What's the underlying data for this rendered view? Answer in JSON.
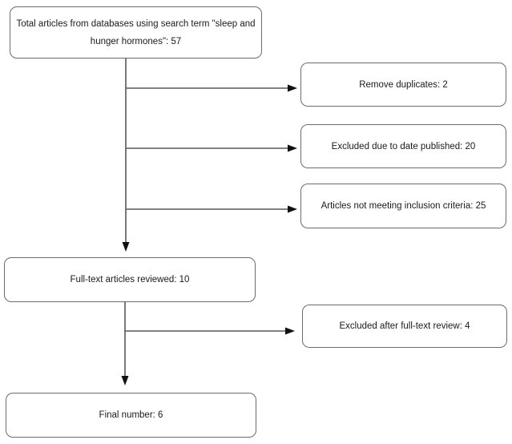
{
  "diagram": {
    "type": "flowchart",
    "nodes": {
      "total": {
        "label": "Total articles from databases using search term \"sleep and hunger hormones\": 57",
        "value": 57
      },
      "duplicates": {
        "label": "Remove duplicates: 2",
        "value": 2
      },
      "date_published": {
        "label": "Excluded due to date published: 20",
        "value": 20
      },
      "inclusion_criteria": {
        "label": "Articles not meeting inclusion criteria: 25",
        "value": 25
      },
      "fulltext": {
        "label": "Full-text articles reviewed: 10",
        "value": 10
      },
      "fulltext_excluded": {
        "label": "Excluded after full-text review: 4",
        "value": 4
      },
      "final": {
        "label": "Final number: 6",
        "value": 6
      }
    },
    "edges": [
      {
        "from": "total",
        "to": "duplicates"
      },
      {
        "from": "total",
        "to": "date_published"
      },
      {
        "from": "total",
        "to": "inclusion_criteria"
      },
      {
        "from": "total",
        "to": "fulltext"
      },
      {
        "from": "fulltext",
        "to": "fulltext_excluded"
      },
      {
        "from": "fulltext",
        "to": "final"
      }
    ],
    "colors": {
      "bg": "#ffffff",
      "border": "#6b6b6b",
      "line": "#595959",
      "arrowhead": "#111111",
      "text": "#1a1a1a"
    }
  }
}
